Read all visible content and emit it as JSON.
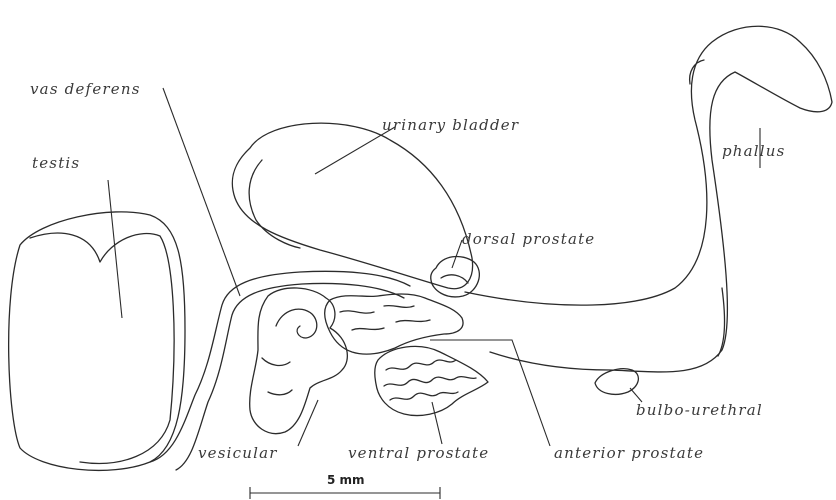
{
  "labels": {
    "vas_deferens": "vas deferens",
    "testis": "testis",
    "urinary_bladder": "urinary bladder",
    "phallus": "phallus",
    "dorsal_prostate": "dorsal prostate",
    "bulbo_urethral": "bulbo-urethral",
    "vesicular": "vesicular",
    "ventral_prostate": "ventral prostate",
    "anterior_prostate": "anterior prostate"
  },
  "scale_bar": {
    "label": "5 mm"
  }
}
